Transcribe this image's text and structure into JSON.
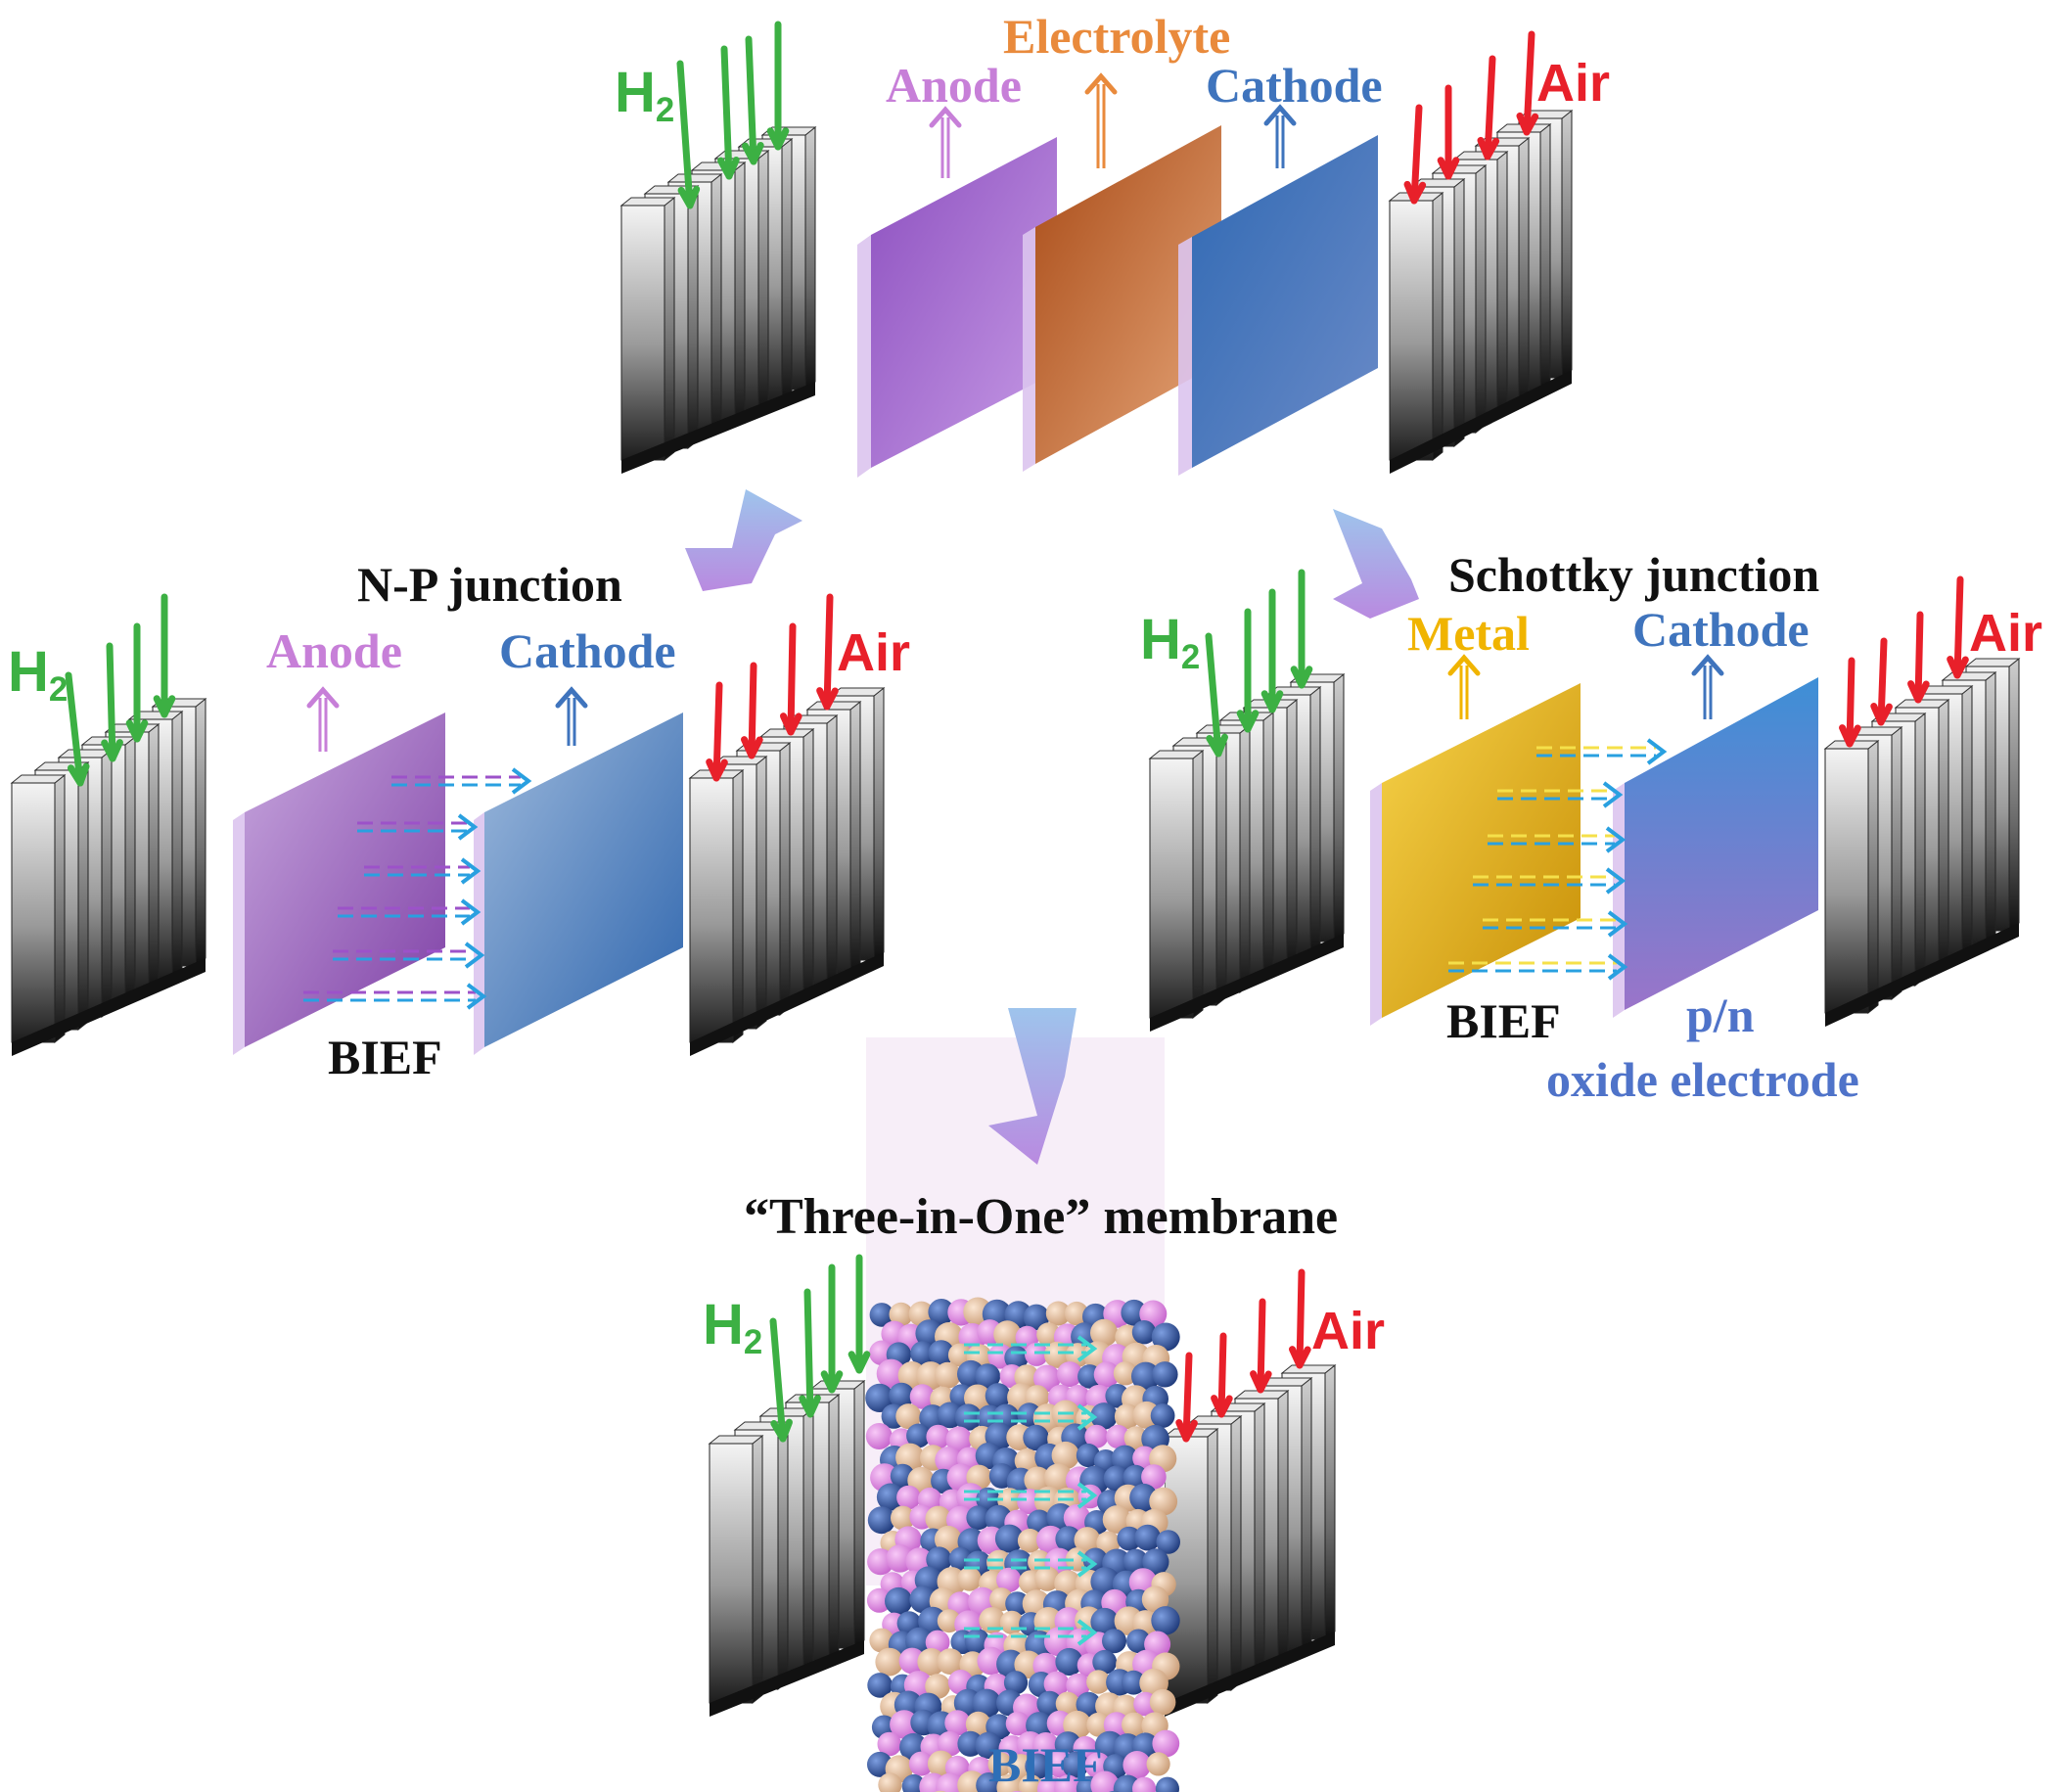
{
  "colors": {
    "h2": "#3cb043",
    "air": "#e8202a",
    "anode": "#c77fd8",
    "electrolyte": "#e98a3c",
    "cathode": "#3f74bd",
    "metal": "#f0b400",
    "oxide": "#4f73c9",
    "bief_blue": "#2e6fb7",
    "black": "#111111",
    "big_arrow_top": "#9ec4ec",
    "big_arrow_bottom": "#b98ae0",
    "particle_blue": "#2d4f9a",
    "particle_pink": "#df8fe6",
    "particle_tan": "#e9c7a8",
    "flow_cyan": "#3fd6d0"
  },
  "top": {
    "h2": {
      "main": "H",
      "sub": "2"
    },
    "anode": "Anode",
    "electrolyte": "Electrolyte",
    "cathode": "Cathode",
    "air": "Air"
  },
  "np": {
    "title": "N-P junction",
    "h2": {
      "main": "H",
      "sub": "2"
    },
    "anode": "Anode",
    "cathode": "Cathode",
    "air": "Air",
    "bief": "BIEF"
  },
  "schottky": {
    "title": "Schottky junction",
    "h2": {
      "main": "H",
      "sub": "2"
    },
    "metal": "Metal",
    "cathode": "Cathode",
    "air": "Air",
    "bief": "BIEF",
    "pn": "p/n",
    "oxide": "oxide electrode"
  },
  "three": {
    "title": "“Three-in-One” membrane",
    "h2": {
      "main": "H",
      "sub": "2"
    },
    "air": "Air",
    "bief": "BIEF"
  }
}
